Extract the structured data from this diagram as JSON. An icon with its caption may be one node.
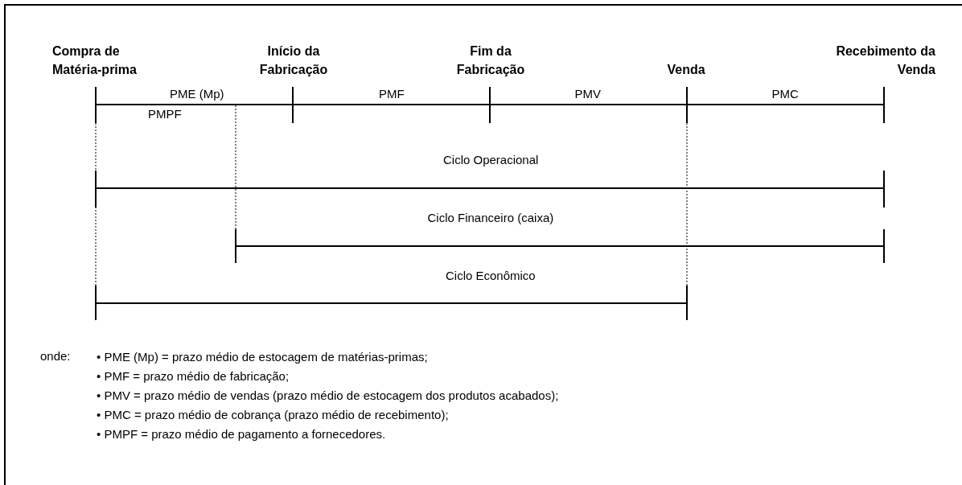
{
  "diagram": {
    "labels": [
      "Compra de Matéria-prima",
      "Início da Fabricação",
      "Fim da Fabricação",
      "Recebimento da Venda",
      "Venda",
      "PME (Mp)",
      "PMF",
      "PMV",
      "PMC",
      "PMPF",
      "Ciclo Operacional",
      "Ciclo Financeiro (caixa)",
      "Ciclo Econômico",
      "onde:",
      "• PME (Mp) = prazo médio de estocagem de matérias-primas;",
      "• PMF = prazo médio de fabricação;",
      "• PMV = prazo médio de vendas (prazo médio de estocagem dos produtos acabados);",
      "• PMC = prazo médio de cobrança (prazo médio de recebimento);",
      "• PMPF = prazo médio de pagamento a fornecedores."
    ]
  }
}
